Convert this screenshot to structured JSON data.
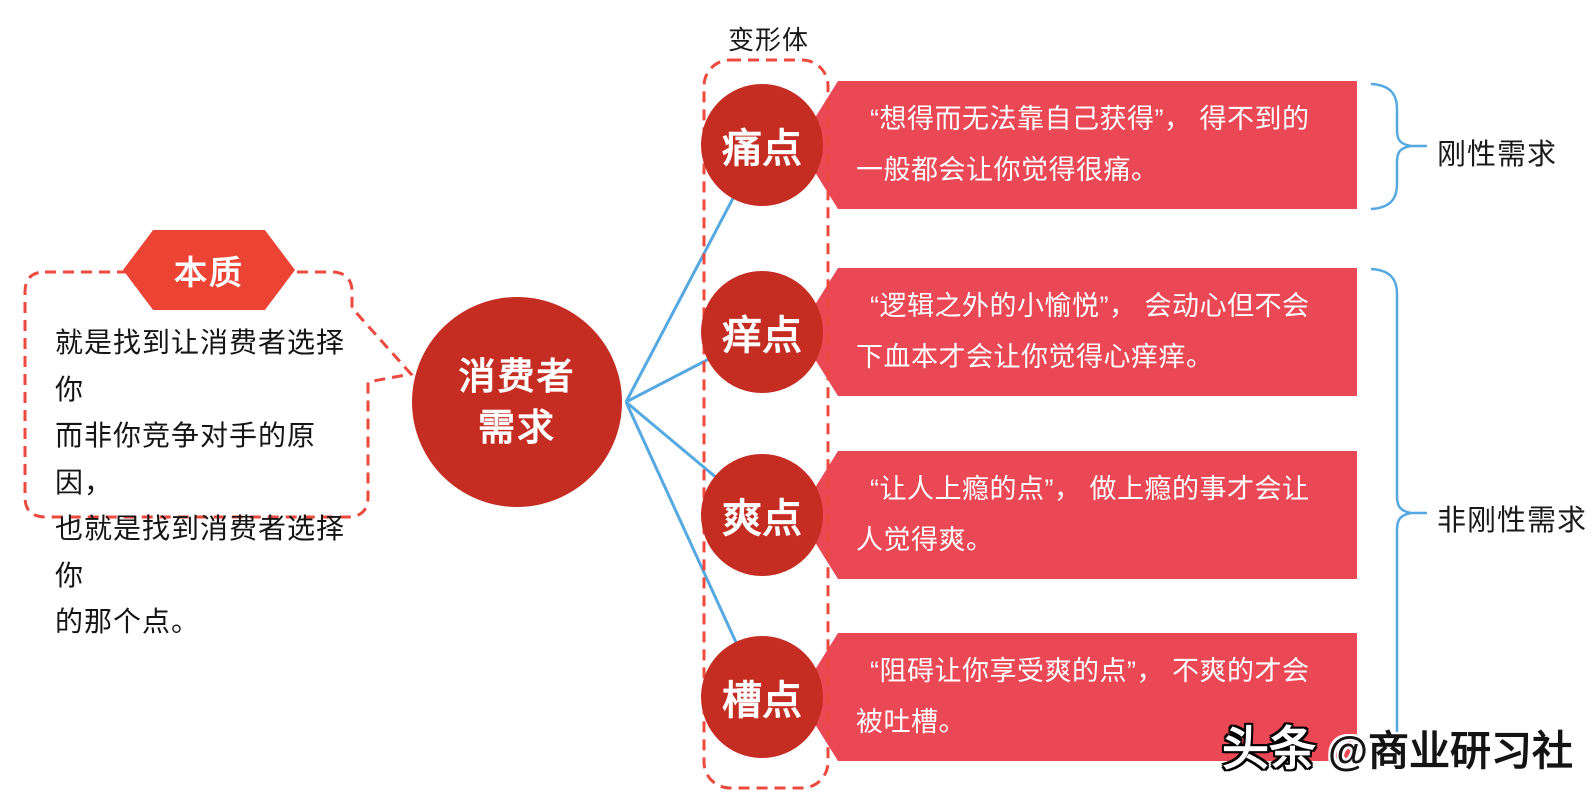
{
  "colors": {
    "node_red": "#c62d22",
    "box_red": "#ea4854",
    "hexagon_red": "#ec4434",
    "dashed_border_red": "#ec4a3e",
    "connector_blue": "#56a8e1",
    "text_dark": "#1a1a1a"
  },
  "left_bubble": {
    "badge": "本质",
    "lines": [
      "就是找到让消费者选择你",
      "而非你竞争对手的原因，",
      "也就是找到消费者选择你",
      "的那个点。"
    ]
  },
  "center_node": {
    "line1": "消费者",
    "line2": "需求"
  },
  "variant_label": "变形体",
  "branches": [
    {
      "label": "痛点",
      "desc": "“想得而无法靠自己获得”， 得不到的一般都会让你觉得很痛。"
    },
    {
      "label": "痒点",
      "desc": "“逻辑之外的小愉悦”， 会动心但不会下血本才会让你觉得心痒痒。"
    },
    {
      "label": "爽点",
      "desc": "“让人上瘾的点”， 做上瘾的事才会让人觉得爽。"
    },
    {
      "label": "槽点",
      "desc": "“阻碍让你享受爽的点”， 不爽的才会被吐槽。"
    }
  ],
  "demand_groups": [
    {
      "label": "刚性需求"
    },
    {
      "label": "非刚性需求"
    }
  ],
  "watermark": {
    "brand": "头条",
    "handle": "@商业研习社"
  }
}
